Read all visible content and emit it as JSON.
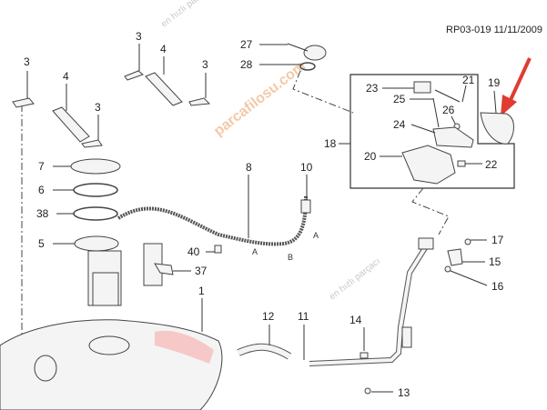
{
  "header": {
    "reference": "RP03-019 11/11/2009"
  },
  "watermark": {
    "brand": "parcafilosu.com",
    "slogan": "en hızlı parçacı"
  },
  "callouts": {
    "c3a": "3",
    "c3b": "3",
    "c3c": "3",
    "c3d": "3",
    "c4a": "4",
    "c4b": "4",
    "c7": "7",
    "c6": "6",
    "c38": "38",
    "c5": "5",
    "c8": "8",
    "c10": "10",
    "c40": "40",
    "c37": "37",
    "c1": "1",
    "c27": "27",
    "c28": "28",
    "c18": "18",
    "c19": "19",
    "c20": "20",
    "c21": "21",
    "c22": "22",
    "c23": "23",
    "c24": "24",
    "c25": "25",
    "c26": "26",
    "c17": "17",
    "c15": "15",
    "c16": "16",
    "c12": "12",
    "c11": "11",
    "c14": "14",
    "c13": "13"
  },
  "connector_refs": {
    "a1": "A",
    "b1": "B",
    "a2": "A"
  },
  "highlight": {
    "arrow_color": "#e03c31",
    "target": "19"
  }
}
